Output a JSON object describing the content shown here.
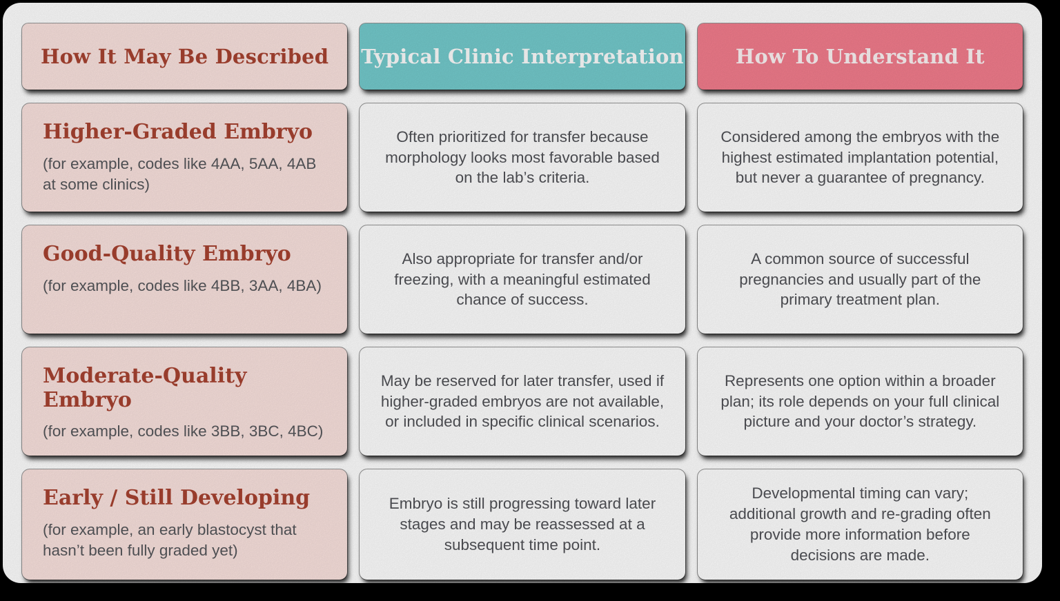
{
  "title": "Embryo grading comparison table",
  "colors": {
    "described_header_bg": "#fbe3df",
    "interpretation_header_bg": "#74cbcd",
    "understand_header_bg": "#f37d8d",
    "title_red": "#a84331",
    "body_gray": "#515257",
    "card_white": "#ffffff",
    "sheet_bg": "#ffffff",
    "frame_bg": "#000000"
  },
  "table": {
    "headers": [
      {
        "label": "How It May Be Described"
      },
      {
        "label": "Typical Clinic Interpretation"
      },
      {
        "label": "How To Understand It"
      }
    ],
    "rows": [
      {
        "title": "Higher-Graded Embryo",
        "example": "(for example, codes like 4AA, 5AA, 4AB at some clinics)",
        "interpretation": "Often prioritized for transfer because morphology looks most favorable based on the lab’s criteria.",
        "understanding": "Considered among the embryos with the highest estimated implantation potential, but never a guarantee of pregnancy."
      },
      {
        "title": "Good-Quality Embryo",
        "example": "(for example, codes like 4BB, 3AA, 4BA)",
        "interpretation": "Also appropriate for transfer and/or freezing, with a meaningful estimated chance of success.",
        "understanding": "A common source of successful pregnancies and usually part of the primary treatment plan."
      },
      {
        "title": "Moderate-Quality Embryo",
        "example": "(for example, codes like 3BB, 3BC, 4BC)",
        "interpretation": "May be reserved for later transfer, used if higher-graded embryos are not available, or included in specific clinical scenarios.",
        "understanding": "Represents one option within a broader plan; its role depends on your full clinical picture and your doctor’s strategy."
      },
      {
        "title": "Early / Still Developing",
        "example": "(for example, an early blastocyst that hasn’t been fully graded yet)",
        "interpretation": "Embryo is still progressing toward later stages and may be reassessed at a subsequent time point.",
        "understanding": "Developmental timing can vary; additional growth and re-grading often provide more information before decisions are made."
      }
    ]
  },
  "chart_data": {
    "type": "table",
    "title": "Embryo grading comparison table",
    "columns": [
      "How It May Be Described",
      "Typical Clinic Interpretation",
      "How To Understand It"
    ],
    "rows": [
      [
        "Higher-Graded Embryo (for example, codes like 4AA, 5AA, 4AB at some clinics)",
        "Often prioritized for transfer because morphology looks most favorable based on the lab’s criteria.",
        "Considered among the embryos with the highest estimated implantation potential, but never a guarantee of pregnancy."
      ],
      [
        "Good-Quality Embryo (for example, codes like 4BB, 3AA, 4BA)",
        "Also appropriate for transfer and/or freezing, with a meaningful estimated chance of success.",
        "A common source of successful pregnancies and usually part of the primary treatment plan."
      ],
      [
        "Moderate-Quality Embryo (for example, codes like 3BB, 3BC, 4BC)",
        "May be reserved for later transfer, used if higher-graded embryos are not available, or included in specific clinical scenarios.",
        "Represents one option within a broader plan; its role depends on your full clinical picture and your doctor’s strategy."
      ],
      [
        "Early / Still Developing (for example, an early blastocyst that hasn’t been fully graded yet)",
        "Embryo is still progressing toward later stages and may be reassessed at a subsequent time point.",
        "Developmental timing can vary; additional growth and re-grading often provide more information before decisions are made."
      ]
    ],
    "legend_position": "none",
    "grid": false
  }
}
